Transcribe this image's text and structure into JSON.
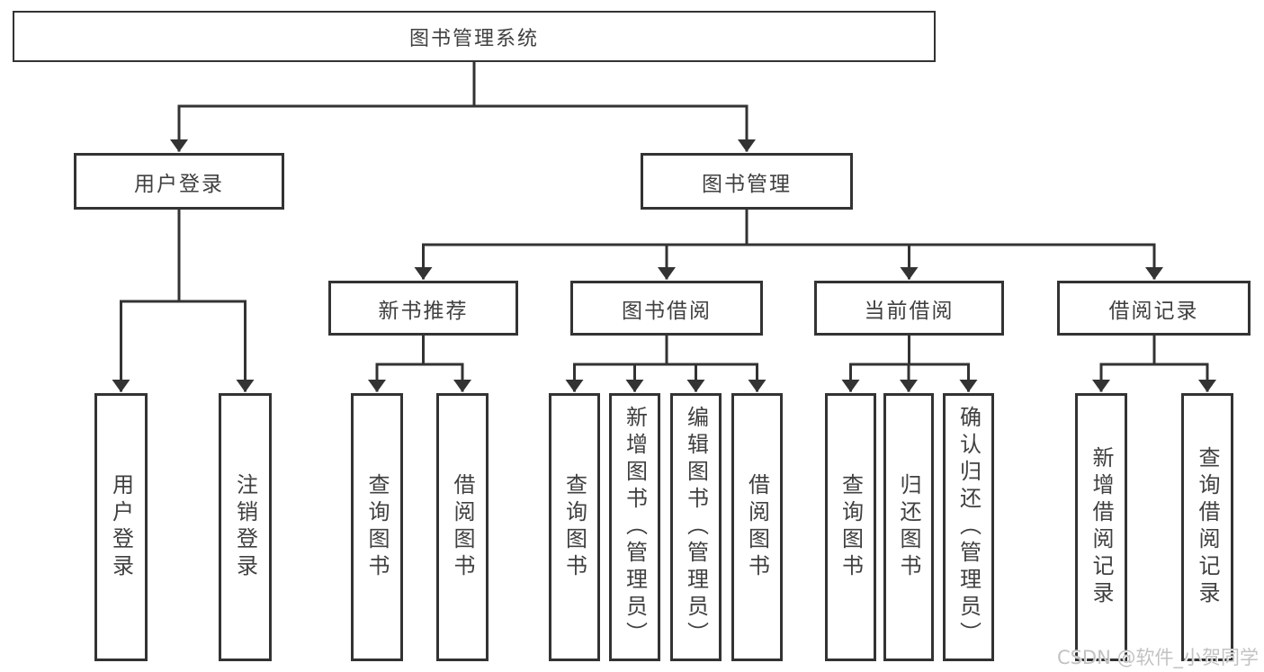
{
  "colors": {
    "line": "#333333",
    "text": "#404040",
    "background": "#ffffff",
    "watermark": "#c2c2c2"
  },
  "watermark": {
    "text": "CSDN @软件_小贺同学"
  },
  "tree": {
    "label": "图书管理系统",
    "children": [
      {
        "label": "用户登录",
        "children": [
          {
            "label": "用户登录"
          },
          {
            "label": "注销登录"
          }
        ]
      },
      {
        "label": "图书管理",
        "children": [
          {
            "label": "新书推荐",
            "children": [
              {
                "label": "查询图书"
              },
              {
                "label": "借阅图书"
              }
            ]
          },
          {
            "label": "图书借阅",
            "children": [
              {
                "label": "查询图书"
              },
              {
                "label": "新增图书（管理员）"
              },
              {
                "label": "编辑图书（管理员）"
              },
              {
                "label": "借阅图书"
              }
            ]
          },
          {
            "label": "当前借阅",
            "children": [
              {
                "label": "查询图书"
              },
              {
                "label": "归还图书"
              },
              {
                "label": "确认归还（管理员）"
              }
            ]
          },
          {
            "label": "借阅记录",
            "children": [
              {
                "label": "新增借阅记录"
              },
              {
                "label": "查询借阅记录"
              }
            ]
          }
        ]
      }
    ]
  }
}
